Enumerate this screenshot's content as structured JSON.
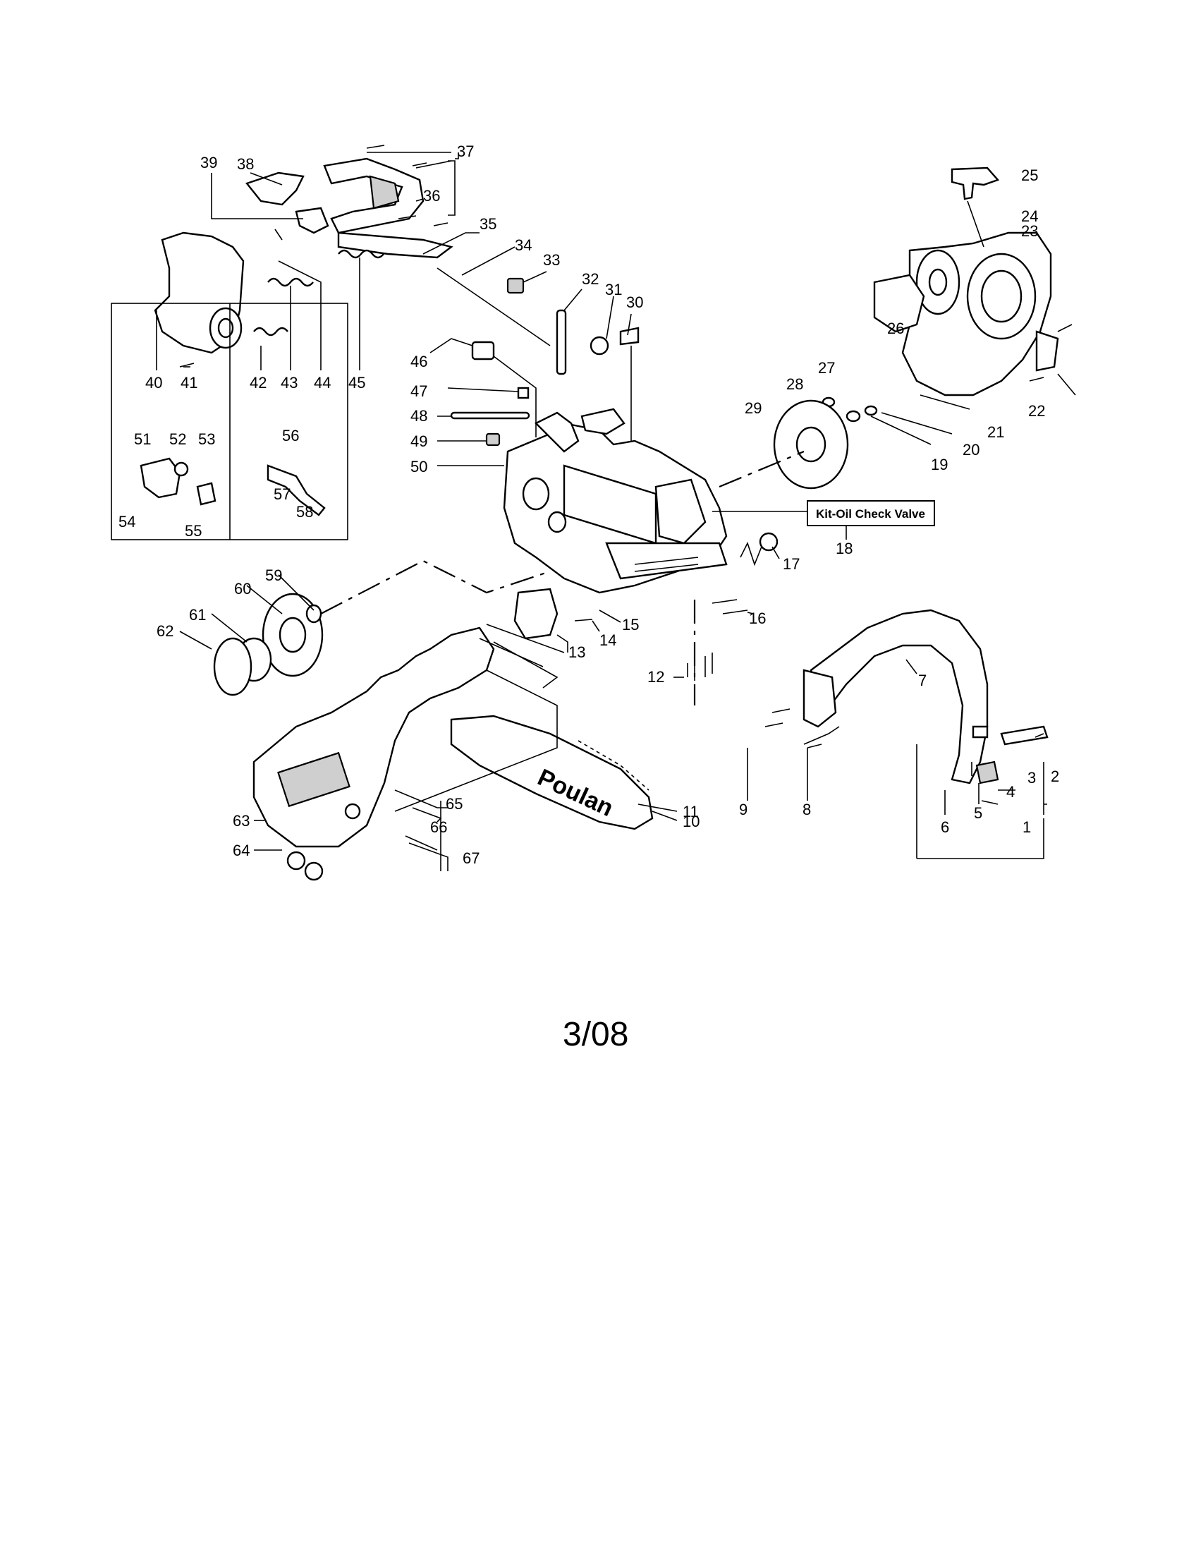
{
  "callouts": {
    "c1": "1",
    "c2": "2",
    "c3": "3",
    "c4": "4",
    "c5": "5",
    "c6": "6",
    "c7": "7",
    "c8": "8",
    "c9": "9",
    "c10": "10",
    "c11": "11",
    "c12": "12",
    "c13": "13",
    "c14": "14",
    "c15": "15",
    "c16": "16",
    "c17": "17",
    "c18": "18",
    "c19": "19",
    "c20": "20",
    "c21": "21",
    "c22": "22",
    "c23": "23",
    "c24": "24",
    "c25": "25",
    "c26": "26",
    "c27": "27",
    "c28": "28",
    "c29": "29",
    "c30": "30",
    "c31": "31",
    "c32": "32",
    "c33": "33",
    "c34": "34",
    "c35": "35",
    "c36": "36",
    "c37": "37",
    "c38": "38",
    "c39": "39",
    "c40": "40",
    "c41": "41",
    "c42": "42",
    "c43": "43",
    "c44": "44",
    "c45": "45",
    "c46": "46",
    "c47": "47",
    "c48": "48",
    "c49": "49",
    "c50": "50",
    "c51": "51",
    "c52": "52",
    "c53": "53",
    "c54": "54",
    "c55": "55",
    "c56": "56",
    "c57": "57",
    "c58": "58",
    "c59": "59",
    "c60": "60",
    "c61": "61",
    "c62": "62",
    "c63": "63",
    "c64": "64",
    "c65": "65",
    "c66": "66",
    "c67": "67"
  },
  "kit_label": "Kit-Oil Check Valve",
  "bar_brand": "Poulan",
  "page_id": "3/08"
}
